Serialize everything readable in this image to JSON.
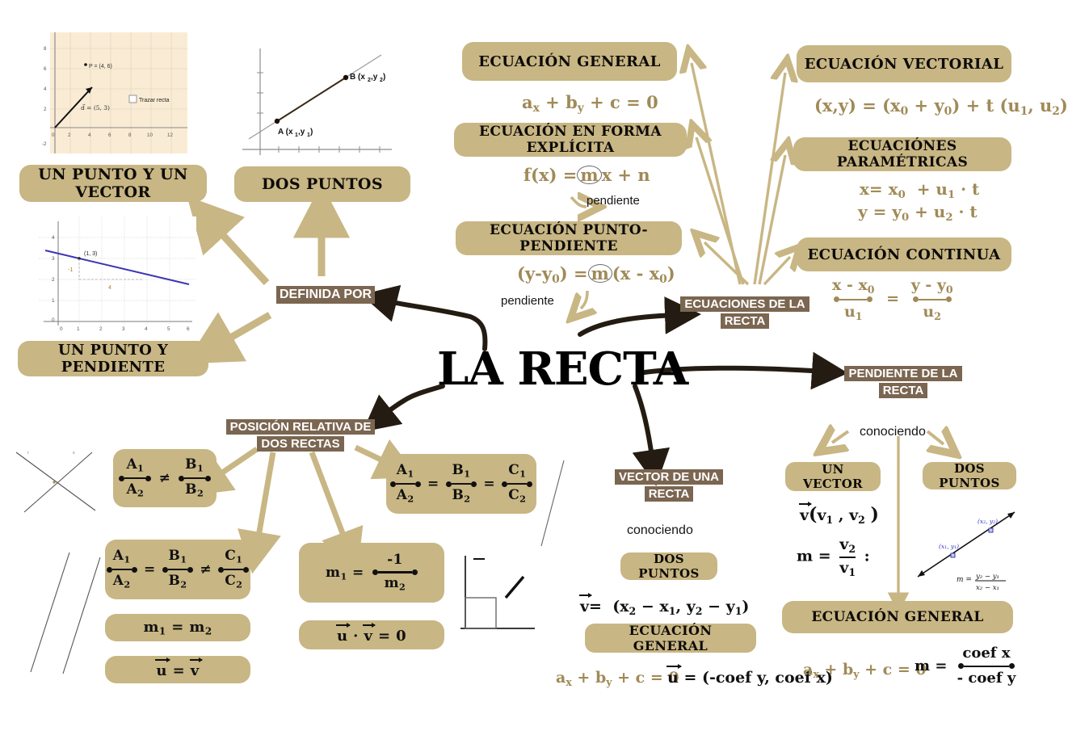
{
  "center": {
    "title": "LA RECTA"
  },
  "colors": {
    "box_fill": "#c8b684",
    "highlight": "#7b6651",
    "formula_gold": "#a08a57",
    "arrow_tan": "#c8b684",
    "arrow_dark": "#241c12",
    "graph_blue": "#3b35b5"
  },
  "branches": {
    "definida_por": {
      "label": "DEFINIDA POR"
    },
    "ecuaciones": {
      "line1": "ECUACIONES DE LA",
      "line2": "RECTA"
    },
    "posicion": {
      "line1": "POSICIÓN RELATIVA DE",
      "line2": "DOS RECTAS"
    },
    "vector_recta": {
      "line1": "VECTOR DE UNA",
      "line2": "RECTA",
      "conociendo": "conociendo"
    },
    "pendiente_recta": {
      "line1": "PENDIENTE DE LA",
      "line2": "RECTA",
      "conociendo": "conociendo"
    }
  },
  "definida_por_boxes": {
    "punto_vector": "UN PUNTO Y UN VECTOR",
    "dos_puntos": "DOS PUNTOS",
    "punto_pendiente": "UN PUNTO Y PENDIENTE"
  },
  "graph_punto_vector": {
    "point_label": "P = (4, 6)",
    "vector_label": "d = (5, 3)",
    "checkbox_label": "Trazar recta",
    "x_ticks": [
      "0",
      "2",
      "4",
      "6",
      "8",
      "10",
      "12"
    ],
    "y_ticks": [
      "8",
      "6",
      "4",
      "2",
      "-2"
    ]
  },
  "graph_dos_puntos": {
    "point_a": "A (x1,y1)",
    "point_b": "B (x2,y2)"
  },
  "graph_punto_pendiente": {
    "point_label": "(1, 3)",
    "rise_label": "-1",
    "run_label": "4",
    "x_ticks": [
      "0",
      "1",
      "2",
      "3",
      "4",
      "5",
      "6"
    ],
    "y_ticks": [
      "0",
      "1",
      "2",
      "3",
      "4"
    ]
  },
  "ecuaciones_list": [
    {
      "title": "ECUACIÓN GENERAL",
      "formula": "ax + by + c = 0"
    },
    {
      "title": "ECUACIÓN EN FORMA EXPLÍCITA",
      "formula": "f(x) = mx + n",
      "note": "pendiente"
    },
    {
      "title": "ECUACIÓN PUNTO-PENDIENTE",
      "formula": "(y-y0) = m(x - x0)",
      "note": "pendiente"
    },
    {
      "title": "ECUACIÓN VECTORIAL",
      "formula": "(x,y) = (x0 + y0) + t (u1, u2)"
    },
    {
      "title": "ECUACIÓNES PARAMÉTRICAS",
      "formula_line1": "x= x0 + u1 · t",
      "formula_line2": "y = y0 + u2 · t"
    },
    {
      "title": "ECUACIÓN CONTINUA",
      "frac1_num": "x - x0",
      "frac1_den": "u1",
      "equals": "=",
      "frac2_num": "y - y0",
      "frac2_den": "u2"
    }
  ],
  "posicion_relativa": {
    "secante": {
      "num1": "A1",
      "den1": "A2",
      "op1": "≠",
      "num2": "B1",
      "den2": "B2"
    },
    "paralelas": {
      "num1": "A1",
      "den1": "A2",
      "op1": "=",
      "num2": "B1",
      "den2": "B2",
      "op2": "≠",
      "num3": "C1",
      "den3": "C2"
    },
    "paralelas_m": "m1 = m2",
    "paralelas_u": "u = v",
    "coincidentes": {
      "num1": "A1",
      "den1": "A2",
      "op1": "=",
      "num2": "B1",
      "den2": "B2",
      "op2": "=",
      "num3": "C1",
      "den3": "C2"
    },
    "perpendicular_m": {
      "lhs": "m1 =",
      "num": "-1",
      "den": "m2"
    },
    "perpendicular_u": "u · v = 0"
  },
  "vector_de_una_recta": {
    "dos_puntos_box": "DOS PUNTOS",
    "dos_puntos_formula": "v = (x2 − x1, y2 − y1)",
    "ecuacion_general_box": "ECUACIÓN GENERAL",
    "ecuacion_general_formula": "ax + by + c = 0",
    "vector_formula": "u = (-coef y, coef x)"
  },
  "pendiente": {
    "un_vector_box": "UN VECTOR",
    "un_vector_formula": "v( v1 , v2 )",
    "un_vector_m": {
      "lhs": "m =",
      "num": "v2",
      "den": "v1",
      "tail": ":"
    },
    "dos_puntos_box": "DOS PUNTOS",
    "dos_puntos_graph": {
      "p1": "(x₁, y₁)",
      "p2": "(x₂, y₂)",
      "formula_lhs": "m =",
      "formula_num": "y₂ − y₁",
      "formula_den": "x₂ − x₁"
    },
    "ecuacion_general_box": "ECUACIÓN GENERAL",
    "ecuacion_general_formula": "ax + by + c = 0",
    "m_lhs": "m =",
    "m_num": "coef x",
    "m_den": "- coef y"
  }
}
